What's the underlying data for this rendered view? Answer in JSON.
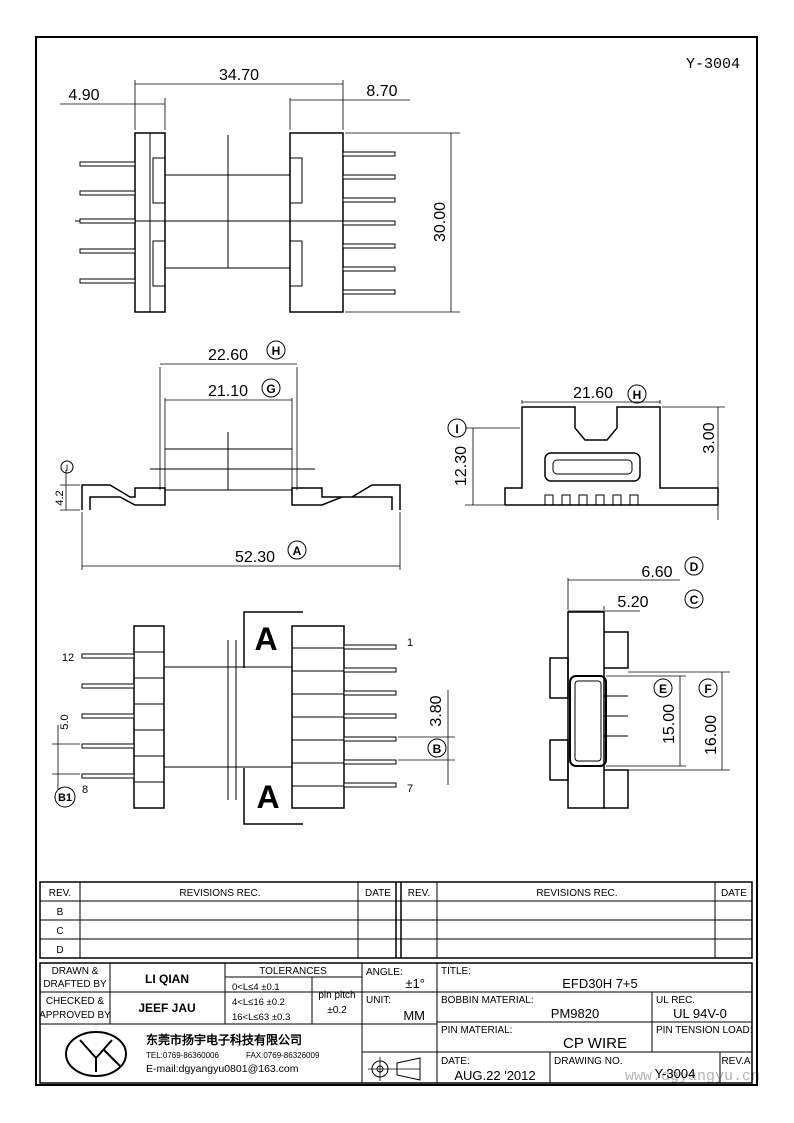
{
  "drawing_no_top": "Y-3004",
  "top_view": {
    "width": "34.70",
    "left_offset": "4.90",
    "right_offset": "8.70",
    "height": "30.00"
  },
  "front_view": {
    "dim_h": "22.60",
    "label_h": "H",
    "dim_g": "21.10",
    "label_g": "G",
    "dim_i_small": "4.2",
    "label_i": "I",
    "dim_a": "52.30",
    "label_a": "A"
  },
  "side_view": {
    "dim_h": "21.60",
    "label_h": "H",
    "dim_i": "12.30",
    "label_i": "I",
    "dim_right": "3.00"
  },
  "bottom_view": {
    "pin_12": "12",
    "pin_8": "8",
    "pin_1": "1",
    "pin_7": "7",
    "section_a": "A",
    "dim_b": "3.80",
    "label_b": "B",
    "dim_b1": "5.0",
    "label_b1": "B1"
  },
  "section_view": {
    "dim_d": "6.60",
    "label_d": "D",
    "dim_c": "5.20",
    "label_c": "C",
    "dim_e": "15.00",
    "label_e": "E",
    "dim_f": "16.00",
    "label_f": "F"
  },
  "revisions": {
    "rev_header": "REV.",
    "rec_header": "REVISIONS   REC.",
    "date_header": "DATE",
    "rows": [
      "B",
      "C",
      "D"
    ]
  },
  "title_block": {
    "drawn_label_1": "DRAWN &",
    "drawn_label_2": "DRAFTED BY",
    "drawn_name": "LI QIAN",
    "checked_label_1": "CHECKED &",
    "checked_label_2": "APPROVED BY",
    "checked_name": "JEEF JAU",
    "tolerances_header": "TOLERANCES",
    "tol_1": "0<L≤4   ±0.1",
    "tol_2": "4<L≤16  ±0.2",
    "tol_3": "16<L≤63 ±0.3",
    "pin_pitch_1": "pin pitch",
    "pin_pitch_2": "±0.2",
    "angle_label": "ANGLE:",
    "angle_value": "±1°",
    "unit_label": "UNIT:",
    "unit_value": "MM",
    "title_label": "TITLE:",
    "title_value": "EFD30H 7+5",
    "bobbin_label": "BOBBIN MATERIAL:",
    "bobbin_value": "PM9820",
    "ul_label": "UL REC.",
    "ul_value": "UL 94V-0",
    "pin_mat_label": "PIN MATERIAL:",
    "pin_mat_value": "CP WIRE",
    "pin_tension_label": "PIN TENSION LOAD:",
    "date_label": "DATE:",
    "date_value": "AUG.22 '2012",
    "drawing_no_label": "DRAWING NO.",
    "drawing_no_value": "Y-3004",
    "rev_label": "REV.A",
    "company_cn": "东莞市扬宇电子科技有限公司",
    "tel": "TEL:0769-86360006",
    "fax": "FAX:0769-86326009",
    "email": "E-mail:dgyangyu0801@163.com",
    "watermark": "www.dgyangyu.cn"
  }
}
